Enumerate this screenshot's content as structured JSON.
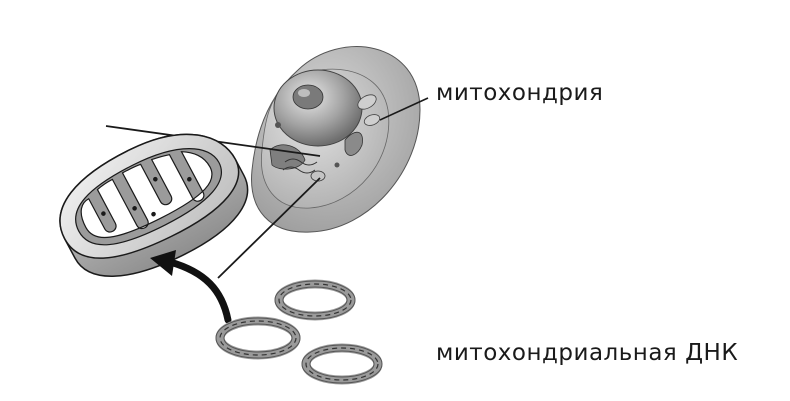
{
  "labels": {
    "mitochondrion": "митохондрия",
    "mitochondrial_dna": "митохондриальная ДНК"
  },
  "colors": {
    "outline": "#1a1a1a",
    "cell_body": "#b8b8b8",
    "nucleus": "#8c8c8c",
    "mito_fill": "#d9d9d9",
    "dna_strand": "#444444"
  },
  "icons": [
    "cell-illustration",
    "mitochondrion-illustration",
    "dna-plasmid-illustration",
    "arrow-icon"
  ]
}
